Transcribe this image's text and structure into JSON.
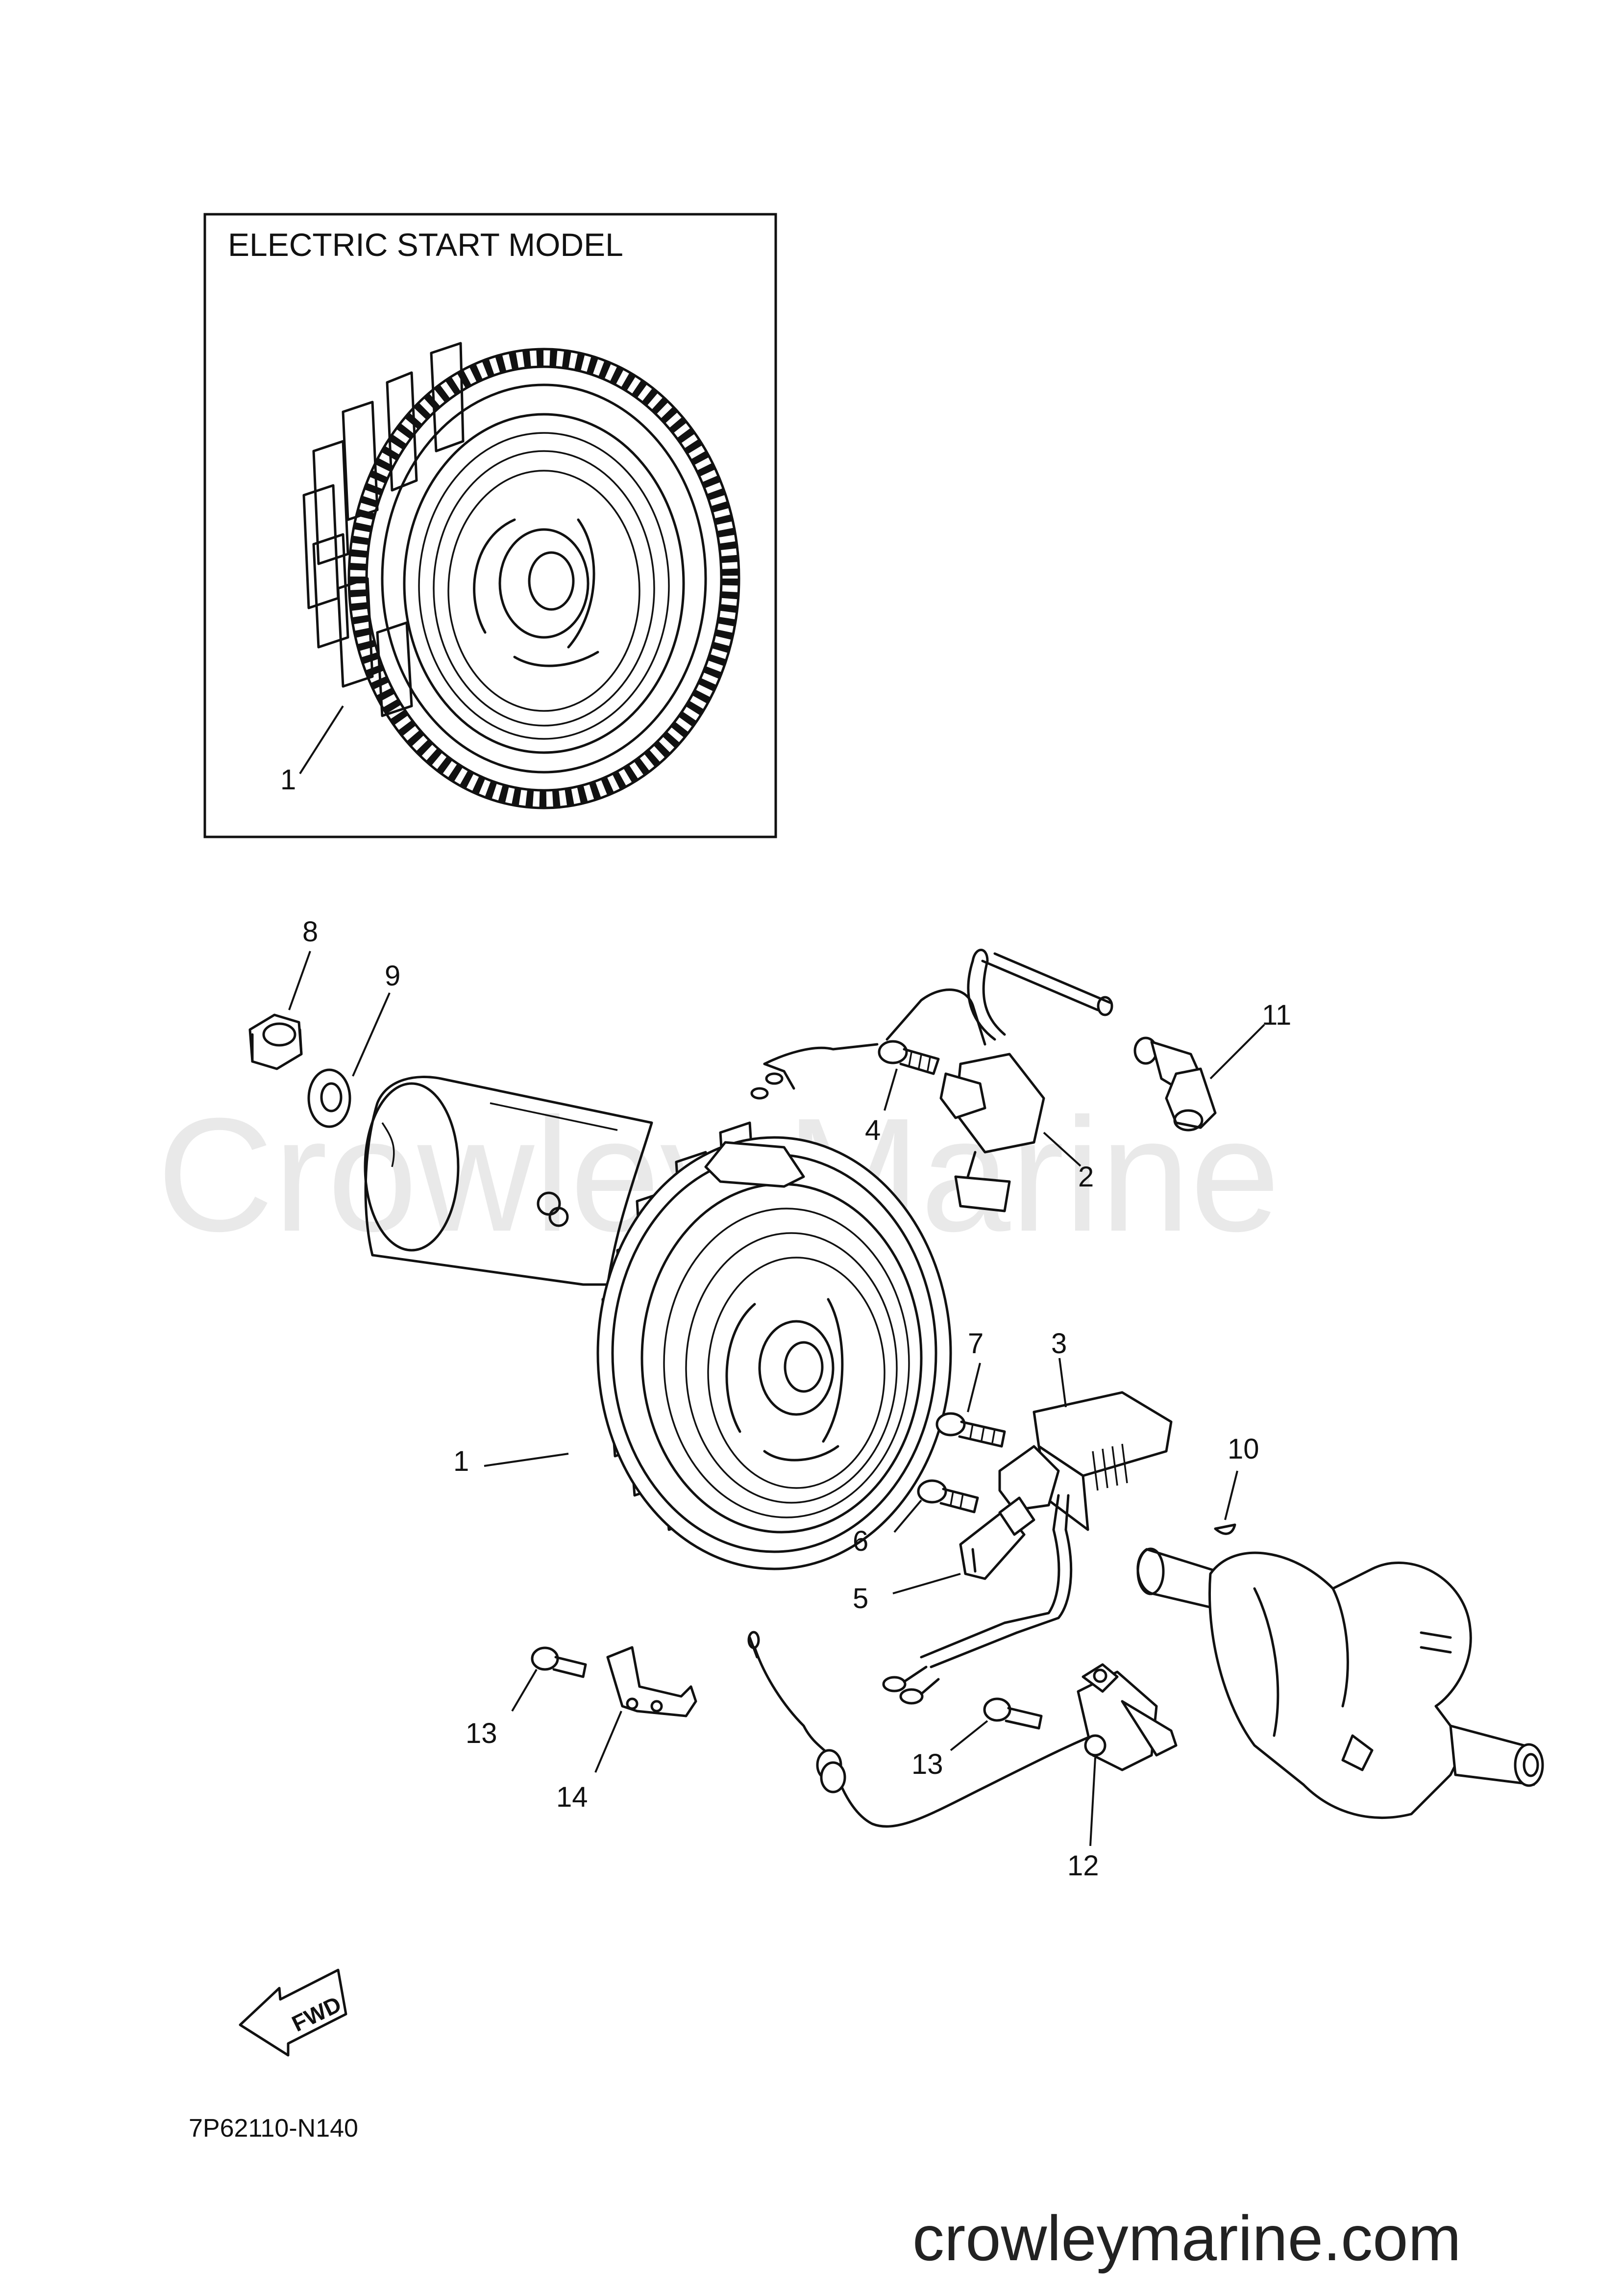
{
  "inset": {
    "title": "ELECTRIC START MODEL",
    "callout": "1"
  },
  "callouts": {
    "c1": "1",
    "c2": "2",
    "c3": "3",
    "c4": "4",
    "c5": "5",
    "c6": "6",
    "c7": "7",
    "c8": "8",
    "c9": "9",
    "c10": "10",
    "c11": "11",
    "c12": "12",
    "c13a": "13",
    "c13b": "13",
    "c14": "14"
  },
  "fwd_label": "FWD",
  "diagram_code": "7P62110-N140",
  "watermark": "Crowley Marine",
  "site": "crowleymarine.com"
}
